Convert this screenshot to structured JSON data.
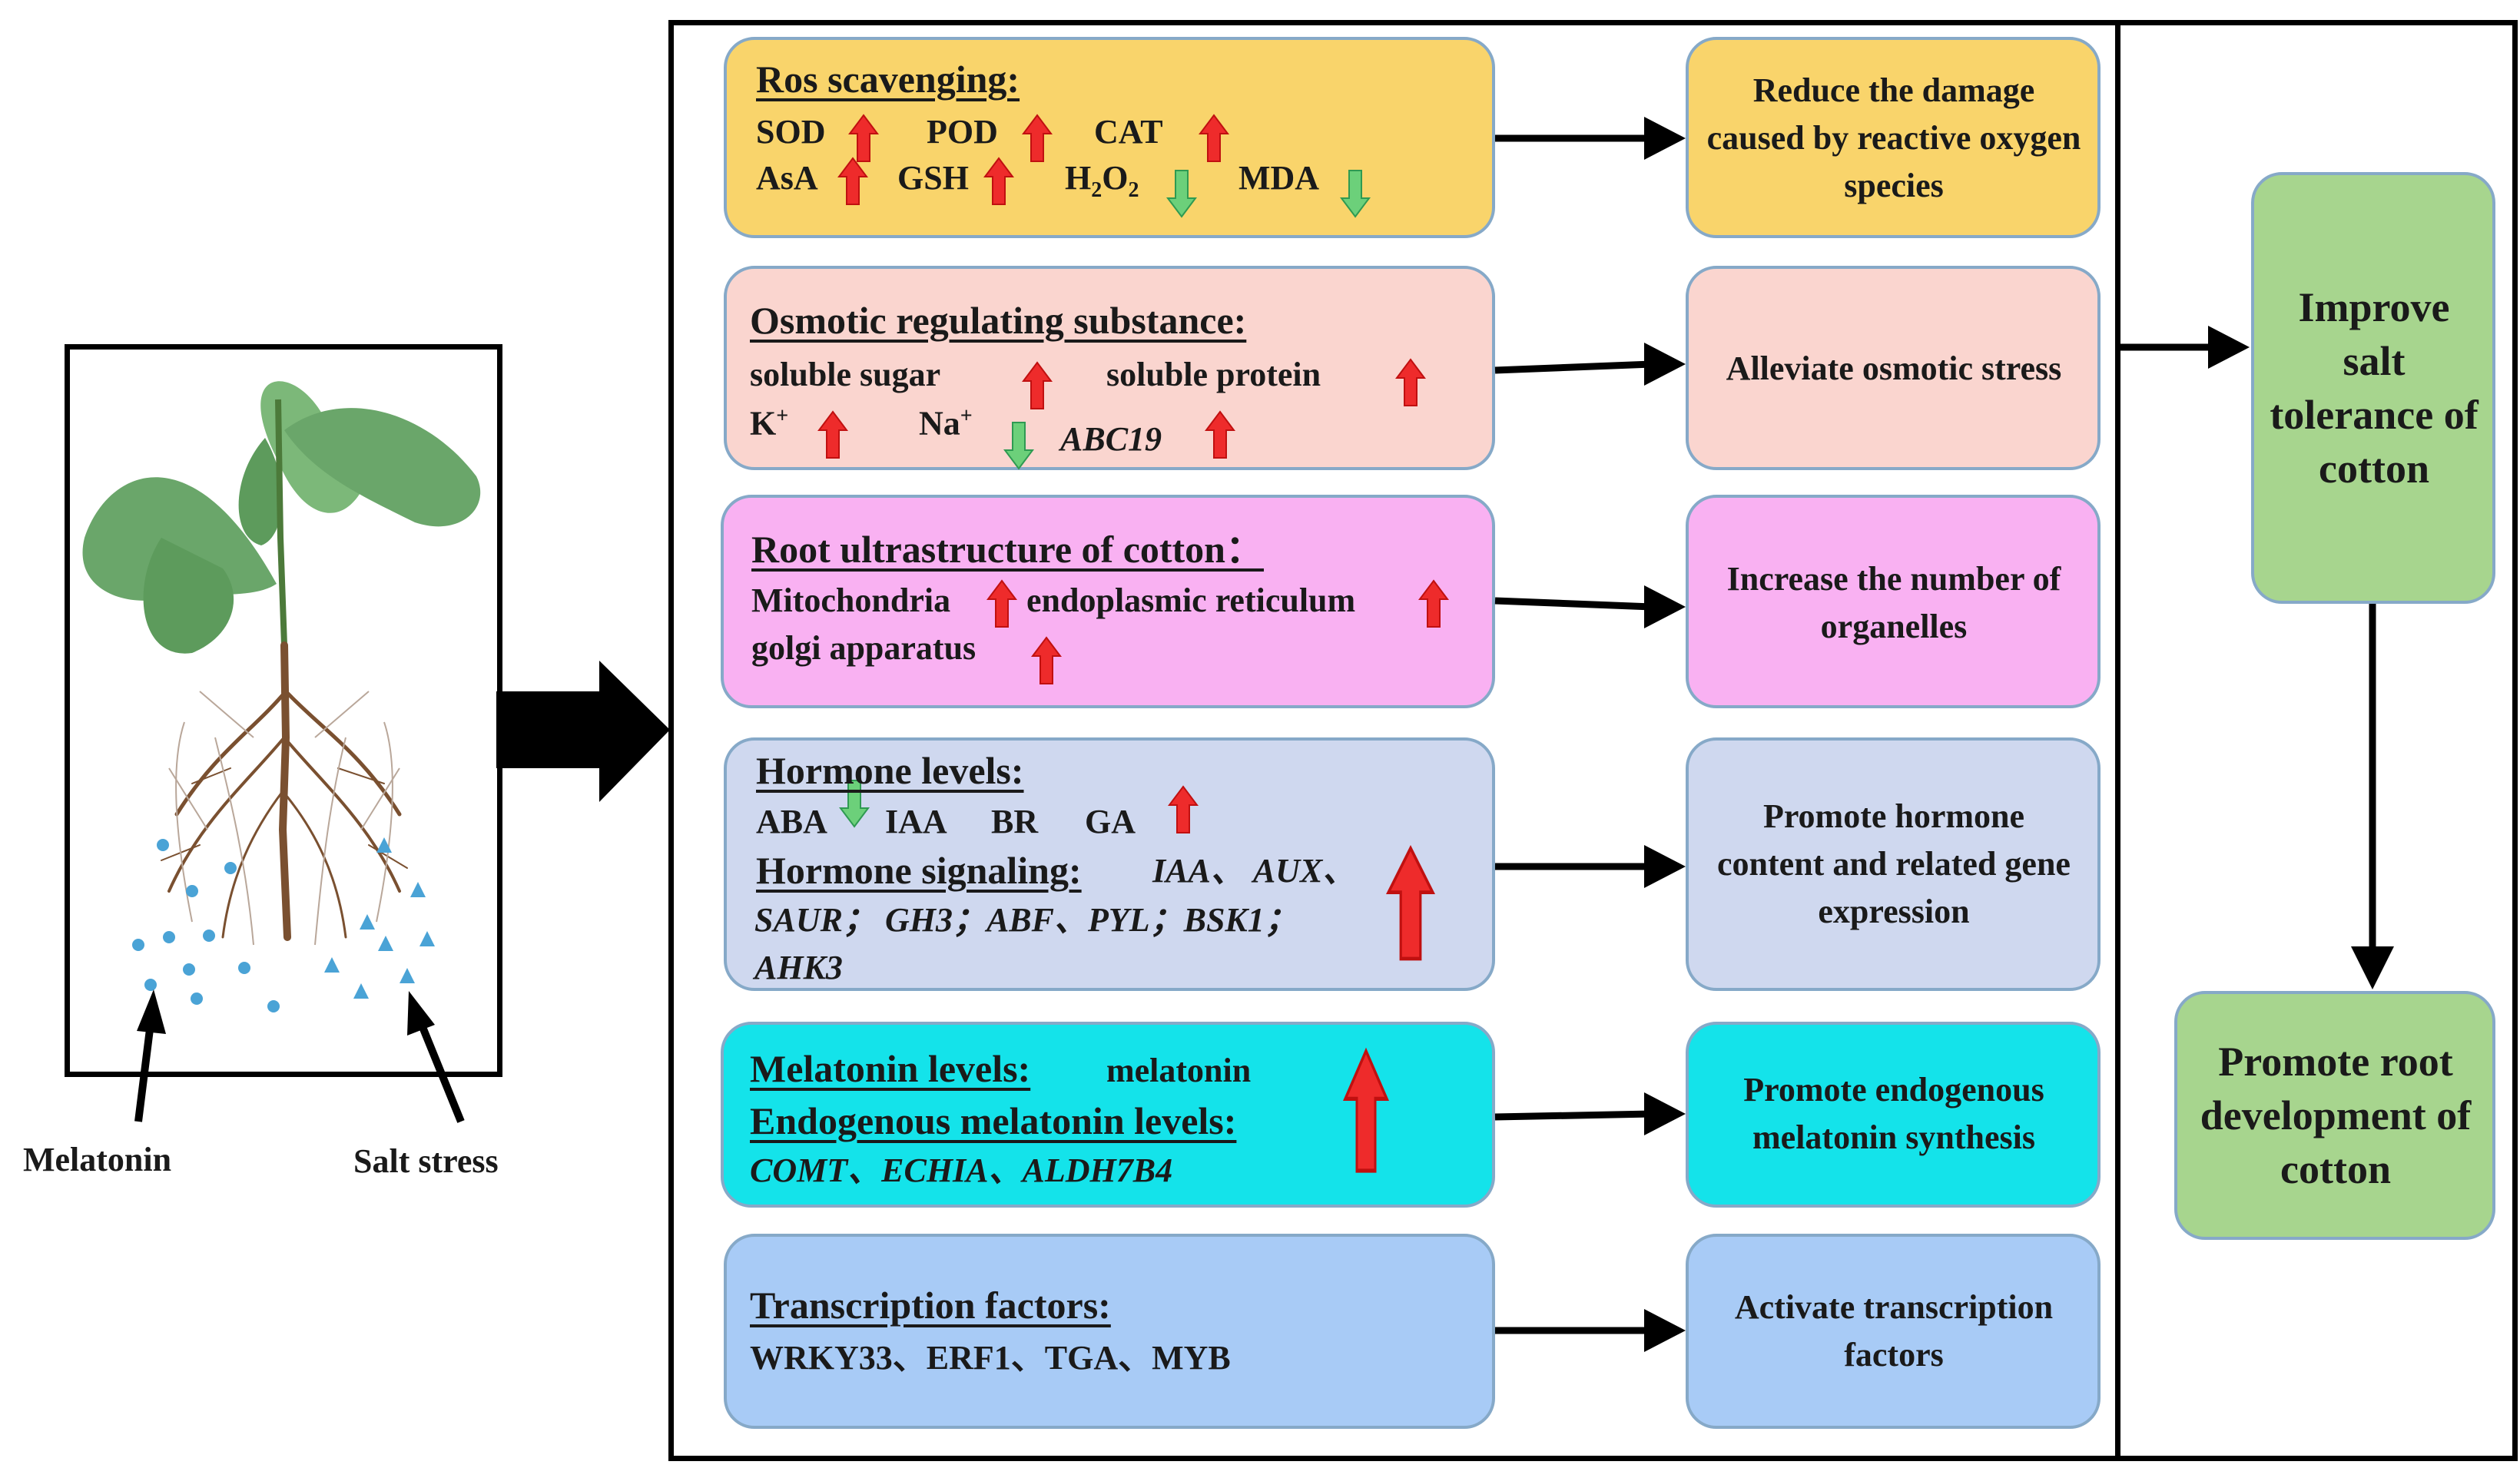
{
  "left": {
    "melatonin_label": "Melatonin",
    "salt_label": "Salt stress"
  },
  "ros": {
    "title": "Ros scavenging:",
    "sod": "SOD",
    "pod": "POD",
    "cat": "CAT",
    "asa": "AsA",
    "gsh": "GSH",
    "h2o2_h": "H",
    "h2o2_2a": "2",
    "h2o2_o": "O",
    "h2o2_2b": "2",
    "mda": "MDA",
    "result": "Reduce the damage caused by reactive oxygen species"
  },
  "osmotic": {
    "title": "Osmotic regulating substance:",
    "sugar": "soluble sugar",
    "protein": "soluble protein",
    "k": "K",
    "k_sup": "+",
    "na": "Na",
    "na_sup": "+",
    "abc19": "ABC19",
    "result": "Alleviate osmotic stress"
  },
  "root": {
    "title": "Root ultrastructure of cotton：",
    "mito": "Mitochondria",
    "er": "endoplasmic reticulum",
    "golgi": "golgi apparatus",
    "result": "Increase the number of organelles"
  },
  "hormone": {
    "title": "Hormone levels:",
    "aba": "ABA",
    "iaa": "IAA",
    "br": "BR",
    "ga": "GA",
    "signal_title": "Hormone signaling:",
    "signal_line1": "IAA、 AUX、",
    "signal_line2": "SAUR； GH3；ABF、PYL；BSK1；",
    "signal_line3": "AHK3",
    "result": "Promote hormone content and related gene expression"
  },
  "melatonin": {
    "title": "Melatonin levels:",
    "value": "melatonin",
    "endo_title": "Endogenous melatonin levels:",
    "genes": "COMT、ECHIA、ALDH7B4",
    "result": "Promote endogenous melatonin synthesis"
  },
  "tf": {
    "title": "Transcription factors:",
    "list": "WRKY33、ERF1、TGA、MYB",
    "result": "Activate transcription factors"
  },
  "outcomes": {
    "salt_tolerance": "Improve salt tolerance of cotton",
    "root_dev": "Promote root development of cotton"
  },
  "colors": {
    "ros": "#f9d46b",
    "osmotic": "#fad5cf",
    "root": "#f9b1f2",
    "hormone": "#cfd8ef",
    "melatonin": "#14e3ea",
    "tf": "#a8cbf6",
    "outcome": "#a7d58e",
    "up": "#ee2b2b",
    "down": "#6cd07a"
  }
}
